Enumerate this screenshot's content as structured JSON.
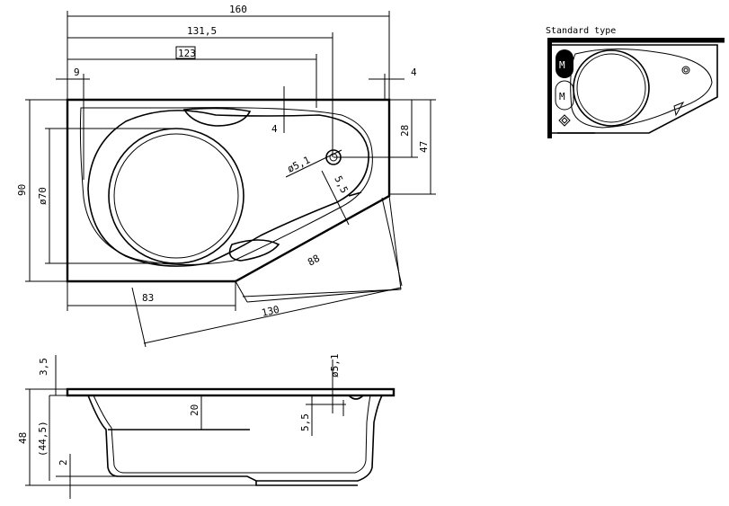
{
  "top_view": {
    "dim_total_width": "160",
    "dim_inner_width": "131,5",
    "dim_boxed": "123",
    "dim_left_rim": "9",
    "dim_right_rim": "4",
    "dim_depth": "90",
    "dim_basin_diameter": "ø70",
    "dim_rim_inner": "4",
    "dim_drain": "ø5,1",
    "dim_drain_offset": "5,5",
    "dim_right_short": "28",
    "dim_right_full": "47",
    "dim_bottom_straight": "83",
    "dim_diagonal": "88",
    "dim_diagonal_overall": "130"
  },
  "side_view": {
    "dim_rim_height": "3,5",
    "dim_total_height": "48",
    "dim_inner_height": "(44,5)",
    "dim_foot": "2",
    "dim_depth_mark": "20",
    "dim_overflow": "ø5,1",
    "dim_overflow_height": "5,5"
  },
  "inset": {
    "title": "Standard type",
    "mark_top": "M",
    "mark_bottom": "M"
  }
}
